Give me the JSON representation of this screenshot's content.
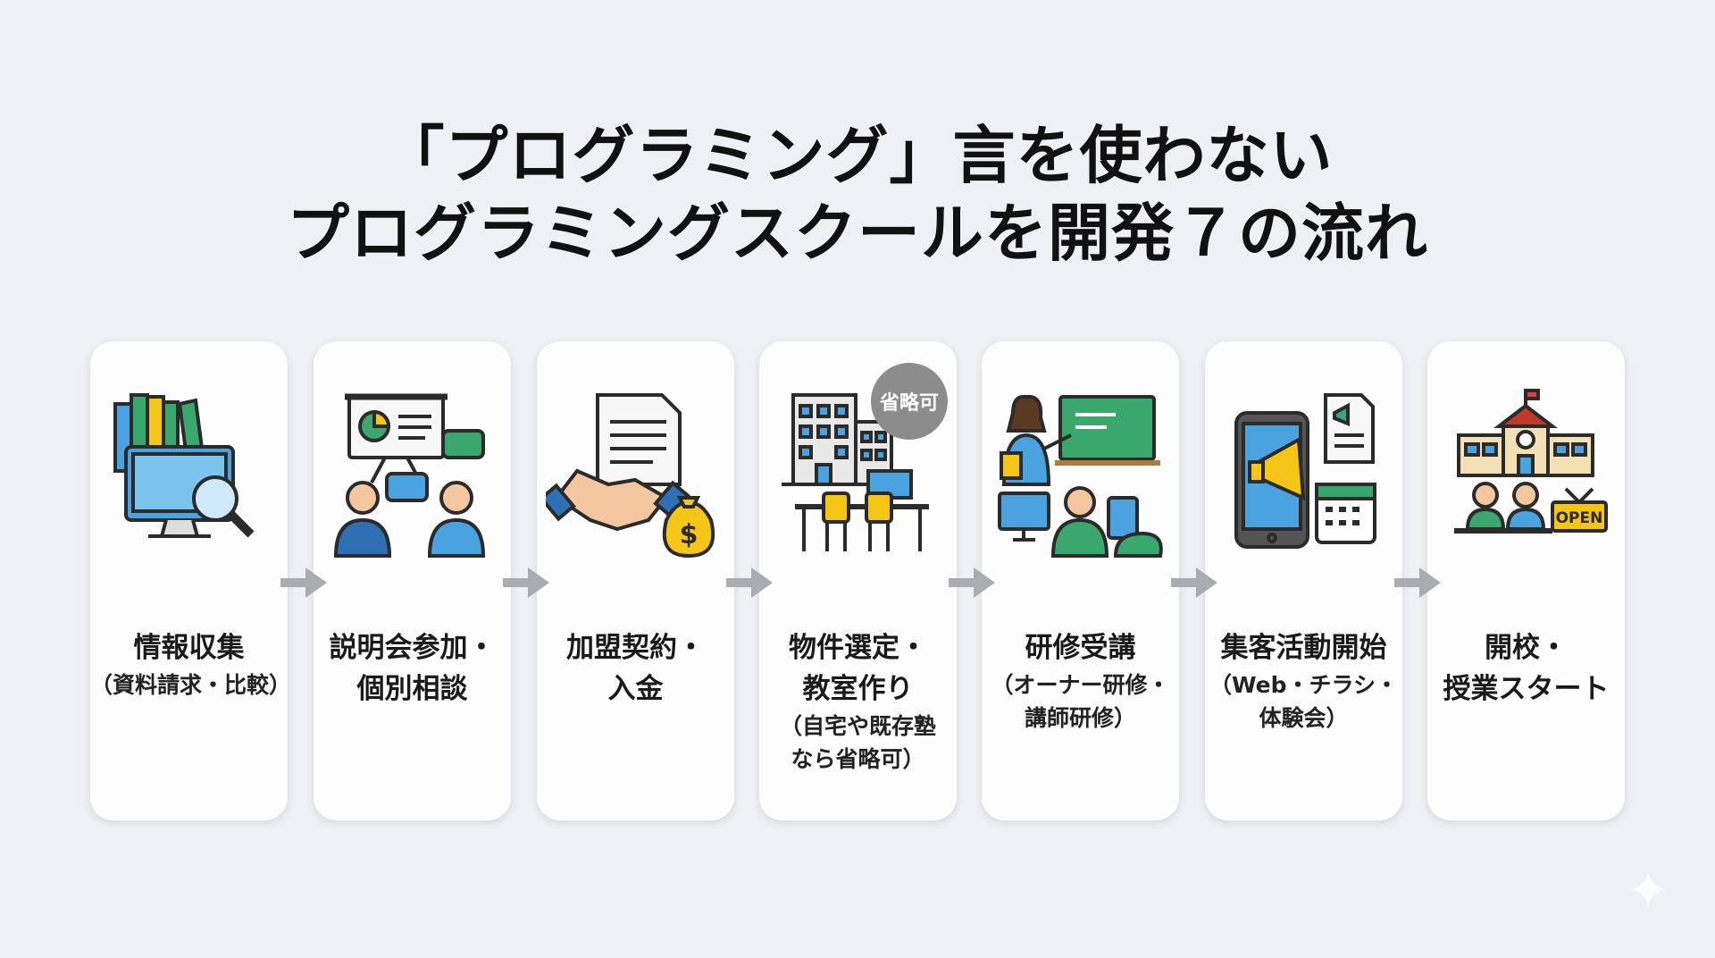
{
  "title": {
    "line1": "「プログラミング」言を使わない",
    "line2": "プログラミングスクールを開発７の流れ"
  },
  "steps": [
    {
      "main1": "情報収集",
      "main2": "",
      "sub1": "（資料請求・比較）",
      "sub2": "",
      "icon": "books-computer-magnifier-icon"
    },
    {
      "main1": "説明会参加・",
      "main2": "個別相談",
      "sub1": "",
      "sub2": "",
      "icon": "presentation-meeting-icon"
    },
    {
      "main1": "加盟契約・",
      "main2": "入金",
      "sub1": "",
      "sub2": "",
      "icon": "handshake-contract-money-icon"
    },
    {
      "main1": "物件選定・",
      "main2": "教室作り",
      "sub1": "（自宅や既存塾",
      "sub2": "なら省略可）",
      "icon": "building-classroom-icon",
      "badge": "省略可"
    },
    {
      "main1": "研修受講",
      "main2": "",
      "sub1": "（オーナー研修・",
      "sub2": "講師研修）",
      "icon": "training-teacher-icon"
    },
    {
      "main1": "集客活動開始",
      "main2": "",
      "sub1": "（Web・チラシ・",
      "sub2": "体験会）",
      "icon": "marketing-phone-megaphone-icon"
    },
    {
      "main1": "開校・",
      "main2": "授業スタート",
      "sub1": "",
      "sub2": "",
      "icon": "school-open-icon",
      "sign": "OPEN"
    }
  ],
  "colors": {
    "blue": "#4aa3df",
    "green": "#3aa76d",
    "yellow": "#f5c518",
    "dark": "#2b2b2b",
    "arrow": "#a9adb2"
  }
}
